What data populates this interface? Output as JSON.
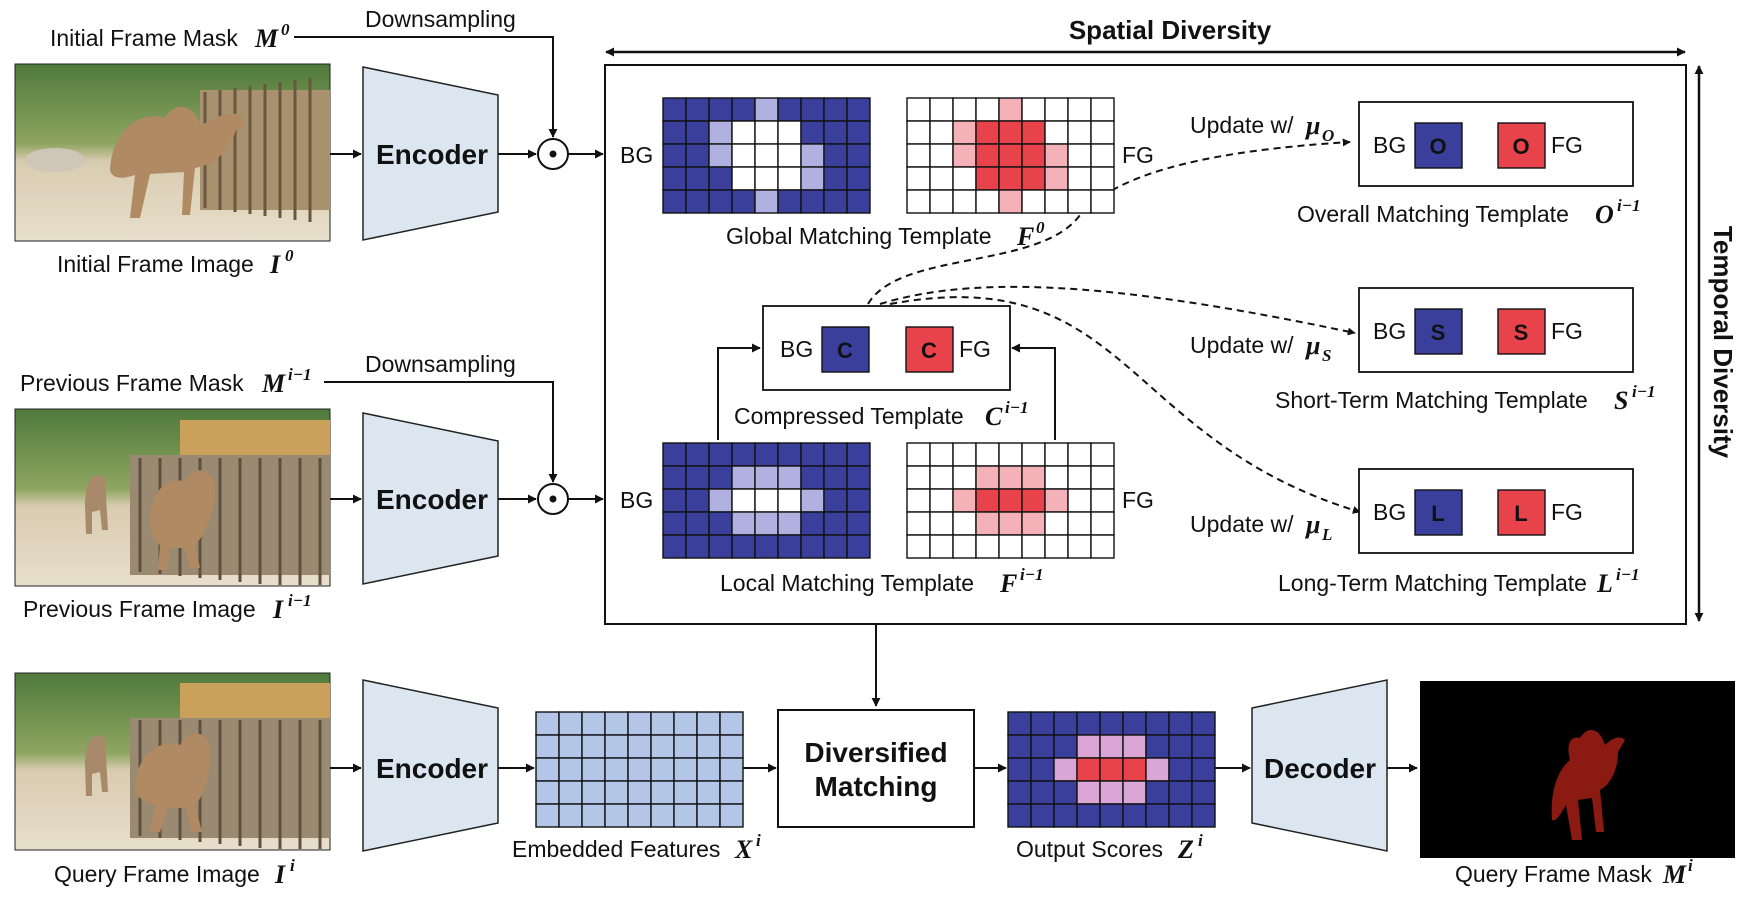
{
  "inputs": {
    "initial": {
      "mask_label": "Initial Frame Mask",
      "mask_sym": "M",
      "mask_sup": "0",
      "image_label": "Initial Frame Image",
      "image_sym": "I",
      "image_sup": "0",
      "downsample_label": "Downsampling"
    },
    "previous": {
      "mask_label": "Previous Frame Mask",
      "mask_sym": "M",
      "mask_sup": "i−1",
      "image_label": "Previous Frame Image",
      "image_sym": "I",
      "image_sup": "i−1",
      "downsample_label": "Downsampling"
    },
    "query": {
      "image_label": "Query Frame Image",
      "image_sym": "I",
      "image_sup": "i"
    }
  },
  "blocks": {
    "encoder": "Encoder",
    "decoder": "Decoder",
    "diversified_line1": "Diversified",
    "diversified_line2": "Matching"
  },
  "axes": {
    "spatial": "Spatial Diversity",
    "temporal": "Temporal Diversity"
  },
  "templates": {
    "bg": "BG",
    "fg": "FG",
    "global": {
      "label": "Global Matching Template",
      "sym": "F",
      "sup": "0"
    },
    "local": {
      "label": "Local Matching Template",
      "sym": "F",
      "sup": "i−1"
    },
    "compressed": {
      "label": "Compressed Template",
      "sym": "C",
      "sup": "i−1",
      "chip": "C"
    },
    "overall": {
      "label": "Overall Matching Template",
      "sym": "O",
      "sup": "i−1",
      "chip": "O",
      "update_label": "Update w/",
      "update_sym": "μ",
      "update_sub": "O"
    },
    "short_term": {
      "label": "Short-Term Matching Template",
      "sym": "S",
      "sup": "i−1",
      "chip": "S",
      "update_label": "Update w/",
      "update_sym": "μ",
      "update_sub": "S"
    },
    "long_term": {
      "label": "Long-Term Matching Template",
      "sym": "L",
      "sup": "i−1",
      "chip": "L",
      "update_label": "Update w/",
      "update_sym": "μ",
      "update_sub": "L"
    }
  },
  "outputs": {
    "embedded": {
      "label": "Embedded Features",
      "sym": "X",
      "sup": "i"
    },
    "scores": {
      "label": "Output Scores",
      "sym": "Z",
      "sup": "i"
    },
    "mask": {
      "label": "Query Frame Mask",
      "sym": "M",
      "sup": "i"
    }
  },
  "colors": {
    "bg_blue": "#3b3f9c",
    "bg_light": "#b0b1e0",
    "fg_red": "#e8434a",
    "fg_light": "#f4b2b8",
    "embed_blue": "#b3c6e8",
    "score_pink": "#d9a6d6",
    "encoder_fill": "#dce6f0",
    "mask_red": "#8b1a12"
  }
}
